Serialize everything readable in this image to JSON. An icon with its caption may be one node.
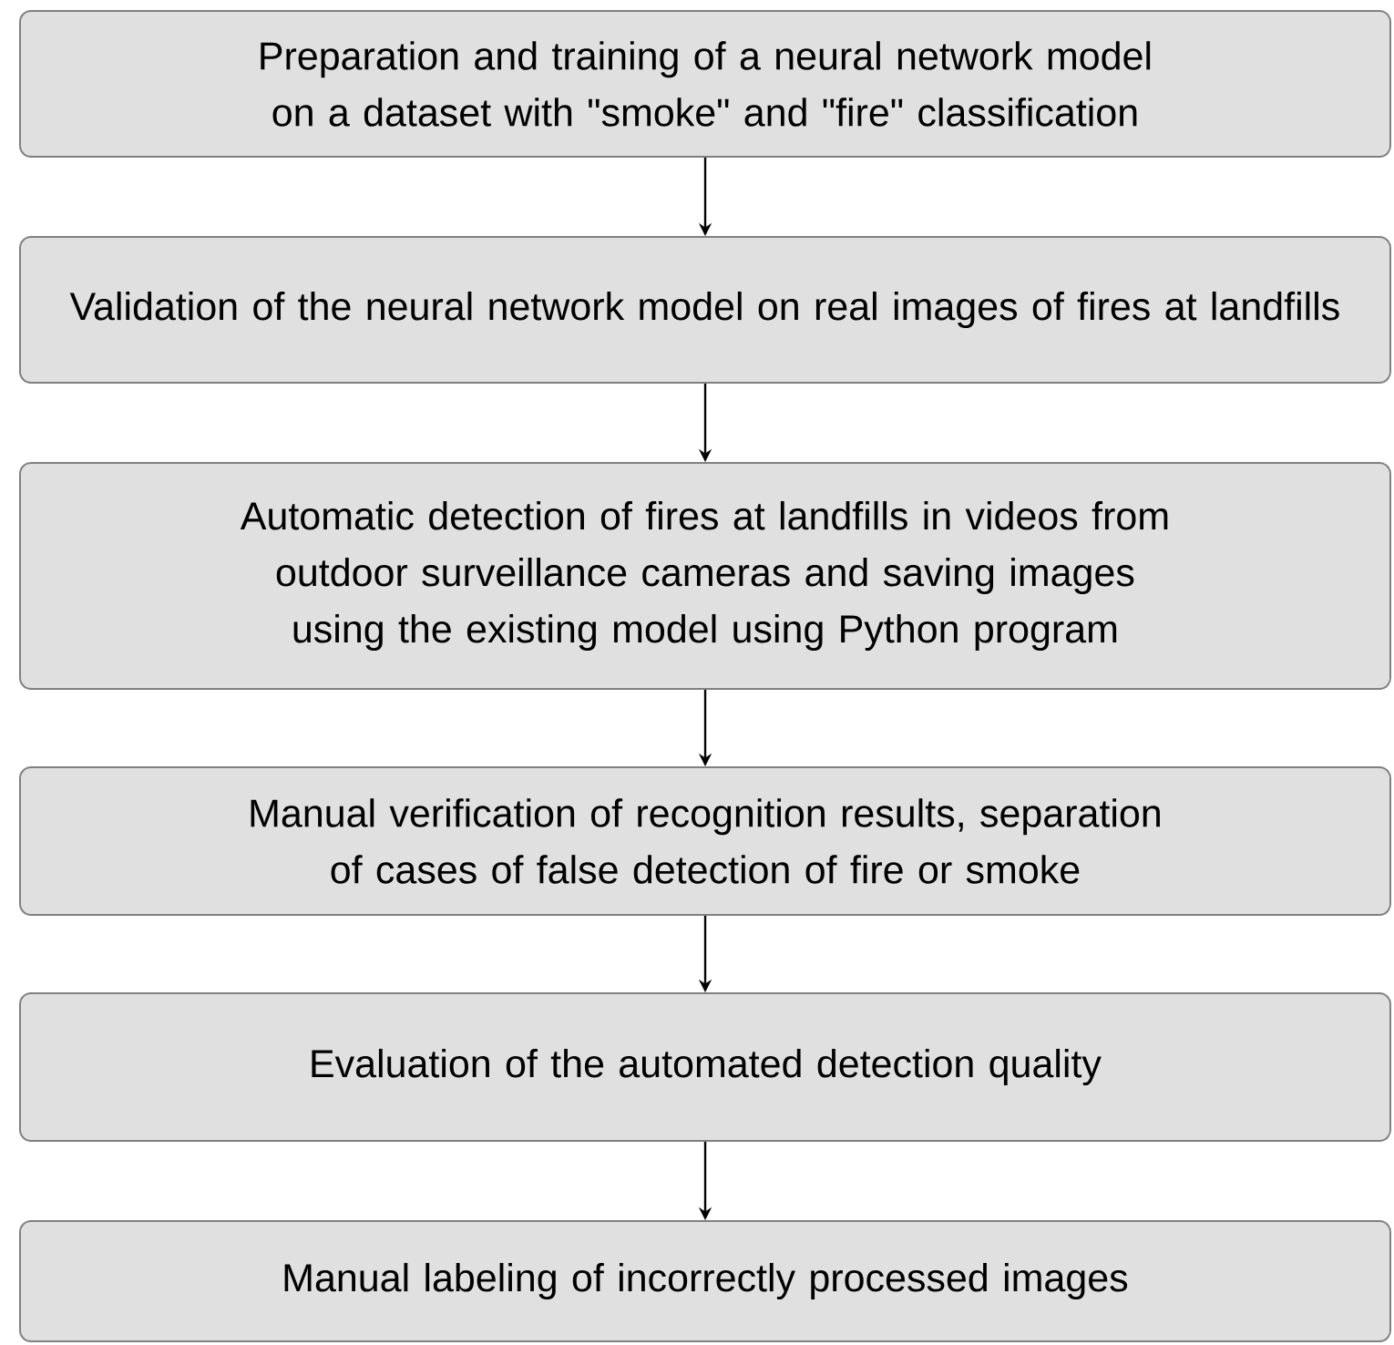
{
  "diagram": {
    "nodes": [
      {
        "text": [
          "Preparation and training of a neural network model on a dataset with \"smoke\" and \"fire\" classification"
        ]
      },
      {
        "text": [
          "Validation of the neural network model on real images of fires at landfills"
        ]
      },
      {
        "text": [
          "Automatic detection of fires at landfills in videos from outdoor surveillance cameras and saving images using the existing model using Python program"
        ]
      },
      {
        "text": [
          "Manual verification of recognition results, separation of cases of false detection of fire or smoke"
        ]
      },
      {
        "text": [
          "Evaluation of the automated detection quality"
        ]
      },
      {
        "text": [
          "Manual labeling of incorrectly processed images"
        ]
      }
    ],
    "edges": [
      {
        "from": 0,
        "to": 1,
        "arrow": "to"
      },
      {
        "from": 1,
        "to": 2,
        "arrow": "to"
      },
      {
        "from": 2,
        "to": 3,
        "arrow": "to"
      },
      {
        "from": 3,
        "to": 4,
        "arrow": "to"
      },
      {
        "from": 4,
        "to": 5,
        "arrow": "to"
      }
    ]
  }
}
